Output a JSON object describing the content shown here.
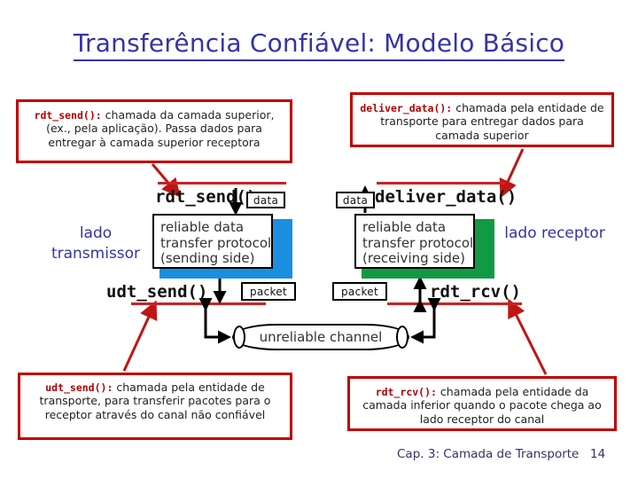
{
  "slide": {
    "title": "Transferência Confiável: Modelo Básico",
    "accent_blue": "#3333aa",
    "accent_red": "#c00000",
    "send_shadow": "#1a8fe0",
    "recv_shadow": "#119944"
  },
  "callouts": {
    "rdt_send": {
      "code": "rdt_send():",
      "text": " chamada da camada superior, (ex., pela aplicação). Passa dados para entregar à camada superior receptora"
    },
    "deliver_data": {
      "code": "deliver_data():",
      "text": " chamada pela entidade de transporte para entregar dados para camada superior"
    },
    "udt_send": {
      "code": "udt_send():",
      "text": " chamada  pela entidade de transporte, para transferir pacotes para o receptor através do canal não confiável"
    },
    "rdt_rcv": {
      "code": "rdt_rcv():",
      "text": " chamada pela entidade da camada inferior quando o pacote chega ao lado receptor do canal"
    }
  },
  "labels": {
    "sender_side": "lado transmissor",
    "receiver_side": "lado receptor"
  },
  "diagram": {
    "api_rdt_send": "rdt_send()",
    "api_deliver_data": "deliver_data()",
    "api_udt_send": "udt_send()",
    "api_rdt_rcv": "rdt_rcv()",
    "chip_data_left": "data",
    "chip_data_right": "data",
    "chip_packet_left": "packet",
    "chip_packet_right": "packet",
    "protocol_sending": "reliable data\ntransfer protocol\n(sending side)",
    "protocol_sending_lines": [
      "reliable data",
      "transfer protocol",
      "(sending side)"
    ],
    "protocol_receiving_lines": [
      "reliable data",
      "transfer protocol",
      "(receiving side)"
    ],
    "channel": "unreliable channel"
  },
  "footer": {
    "text": "Cap. 3: Camada de Transporte",
    "page": "14"
  }
}
